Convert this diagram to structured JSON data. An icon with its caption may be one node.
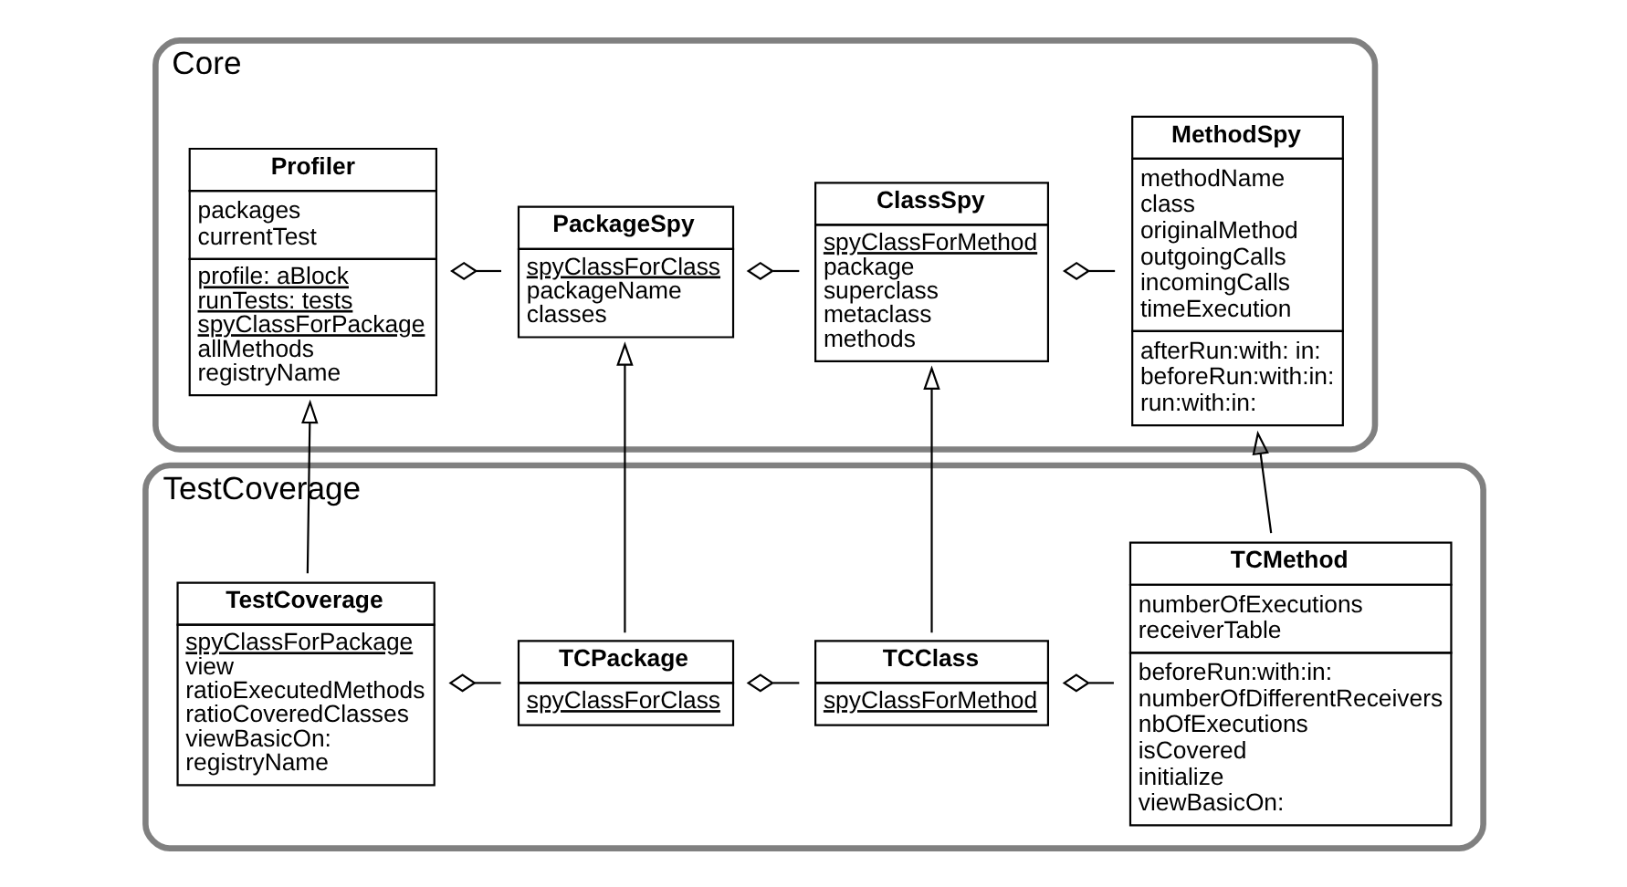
{
  "diagram": {
    "nodes": [
      {
        "text": [
          "Core"
        ]
      },
      {
        "text": [
          "Profiler",
          "packages",
          "currentTest",
          "profile: aBlock",
          "runTests: tests",
          "spyClassForPackage",
          "allMethods",
          "registryName"
        ],
        "in": 0
      },
      {
        "text": [
          "PackageSpy",
          "spyClassForClass",
          "packageName",
          "classes"
        ],
        "in": 0
      },
      {
        "text": [
          "ClassSpy",
          "spyClassForMethod",
          "package",
          "superclass",
          "metaclass",
          "methods"
        ],
        "in": 0
      },
      {
        "text": [
          "MethodSpy",
          "methodName",
          "class",
          "originalMethod",
          "outgoingCalls",
          "incomingCalls",
          "timeExecution",
          "afterRun:with: in:",
          "beforeRun:with:in:",
          "run:with:in:"
        ],
        "in": 0
      },
      {
        "text": [
          "TestCoverage"
        ]
      },
      {
        "text": [
          "TestCoverage",
          "spyClassForPackage",
          "view",
          "ratioExecutedMethods",
          "ratioCoveredClasses",
          "viewBasicOn:",
          "registryName"
        ],
        "in": 5
      },
      {
        "text": [
          "TCPackage",
          "spyClassForClass"
        ],
        "in": 5
      },
      {
        "text": [
          "TCClass",
          "spyClassForMethod"
        ],
        "in": 5
      },
      {
        "text": [
          "TCMethod",
          "numberOfExecutions",
          "receiverTable",
          "beforeRun:with:in:",
          "numberOfDifferentReceivers",
          "nbOfExecutions",
          "isCovered",
          "initialize",
          "viewBasicOn:"
        ],
        "in": 5
      }
    ],
    "edges": [
      {
        "from": 1,
        "to": 2,
        "arrow": "other"
      },
      {
        "from": 2,
        "to": 3,
        "arrow": "other"
      },
      {
        "from": 3,
        "to": 4,
        "arrow": "other"
      },
      {
        "from": 6,
        "to": 1,
        "arrow": "to"
      },
      {
        "from": 7,
        "to": 2,
        "arrow": "to"
      },
      {
        "from": 8,
        "to": 3,
        "arrow": "to"
      },
      {
        "from": 9,
        "to": 4,
        "arrow": "to"
      },
      {
        "from": 6,
        "to": 7,
        "arrow": "other"
      },
      {
        "from": 7,
        "to": 8,
        "arrow": "other"
      },
      {
        "from": 8,
        "to": 9,
        "arrow": "other"
      }
    ]
  }
}
